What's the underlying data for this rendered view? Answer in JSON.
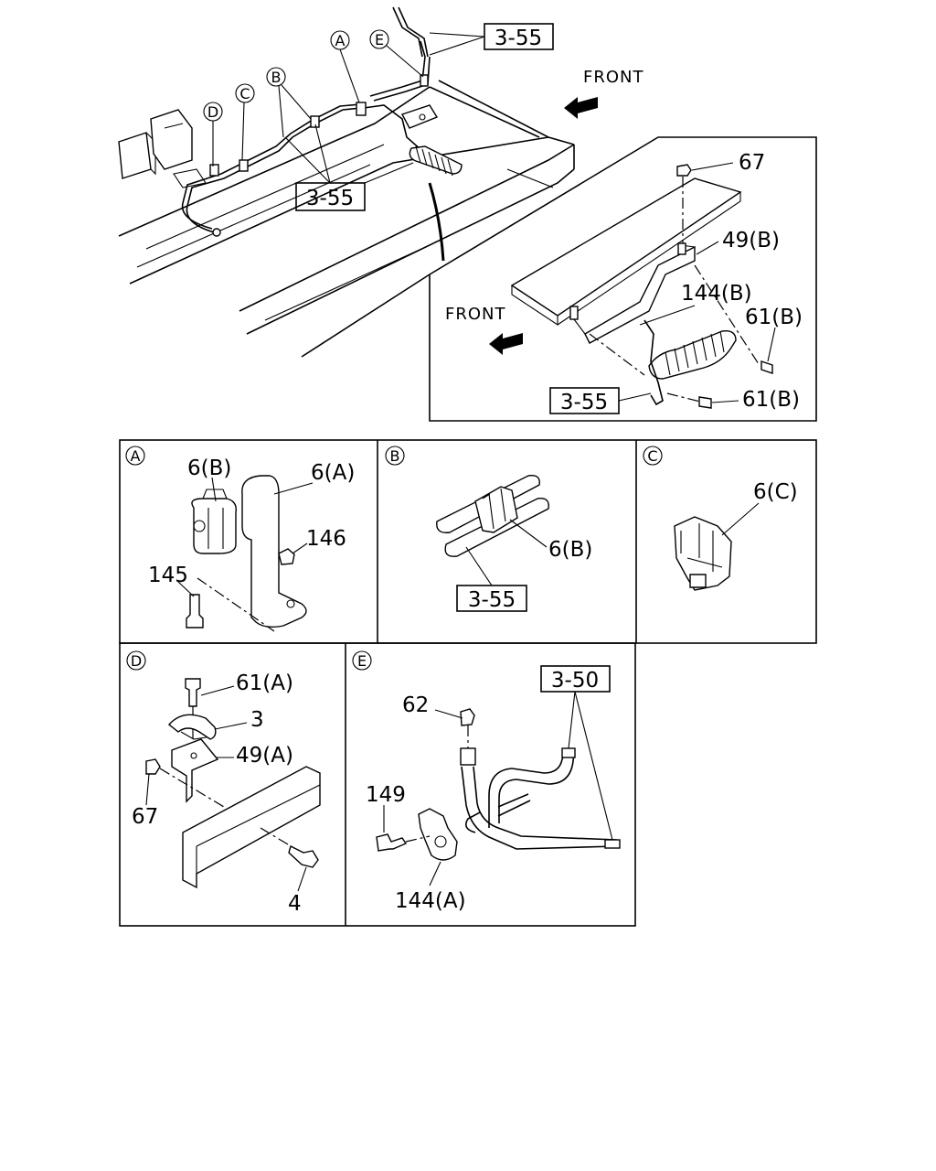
{
  "main_view": {
    "ref_top": "3-55",
    "ref_mid": "3-55",
    "front": "FRONT",
    "callouts": {
      "a": "A",
      "b": "B",
      "c": "C",
      "d": "D",
      "e": "E"
    }
  },
  "inset": {
    "front": "FRONT",
    "ref": "3-55",
    "labels": {
      "nut": "67",
      "bracket": "49(B)",
      "clip": "144(B)",
      "bolt_upper": "61(B)",
      "bolt_lower": "61(B)"
    }
  },
  "detail_a": {
    "tag": "A",
    "labels": {
      "clamp": "6(B)",
      "bracket": "6(A)",
      "nut": "146",
      "bolt": "145"
    }
  },
  "detail_b": {
    "tag": "B",
    "labels": {
      "clamp": "6(B)"
    },
    "ref": "3-55"
  },
  "detail_c": {
    "tag": "C",
    "labels": {
      "clamp": "6(C)"
    }
  },
  "detail_d": {
    "tag": "D",
    "labels": {
      "bolt": "61(A)",
      "clip": "3",
      "bracket": "49(A)",
      "nut": "67",
      "screw": "4"
    }
  },
  "detail_e": {
    "tag": "E",
    "ref": "3-50",
    "labels": {
      "nut": "62",
      "bolt": "149",
      "clip": "144(A)"
    }
  }
}
